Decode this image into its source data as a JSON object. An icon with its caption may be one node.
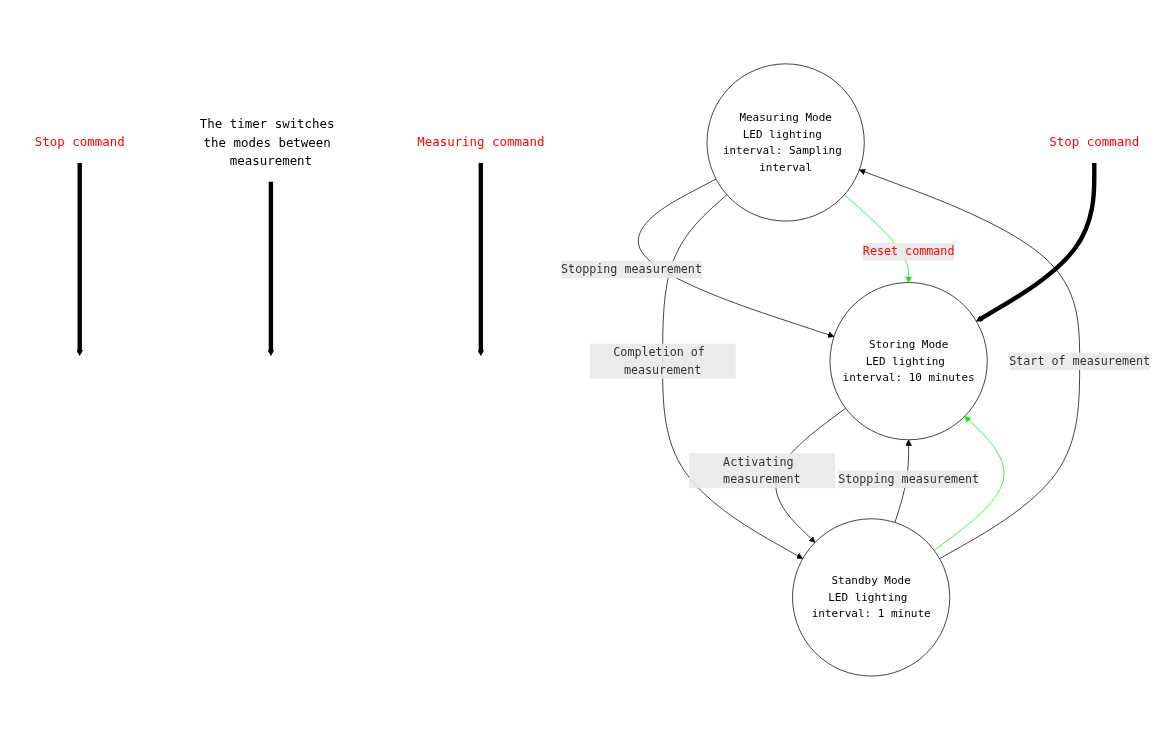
{
  "diagram": {
    "nodes": [
      {
        "text": [
          "Measuring Mode",
          "LED lighting interval: Sampling interval"
        ]
      },
      {
        "text": [
          "Storing Mode",
          "LED lighting interval: 10 minutes"
        ]
      },
      {
        "text": [
          "Standby Mode",
          "LED lighting interval: 1 minute"
        ]
      },
      {
        "text": [
          "Stop command"
        ]
      },
      {
        "text": [
          "The timer switches the modes between measurement"
        ]
      },
      {
        "text": [
          "Measuring command"
        ]
      },
      {
        "text": [
          "Stop command"
        ]
      }
    ],
    "edges": [
      {
        "from": 0,
        "to": 1,
        "arrow": "to",
        "label": "Stopping measurement"
      },
      {
        "from": 2,
        "to": 0,
        "arrow": "to",
        "label": "Start of measurement"
      },
      {
        "from": 0,
        "to": 2,
        "arrow": "to",
        "label": "Completion of measurement"
      },
      {
        "from": 1,
        "to": 2,
        "arrow": "to",
        "label": "Activating measurement"
      },
      {
        "from": 2,
        "to": 1,
        "arrow": "to",
        "label": "Stopping measurement"
      },
      {
        "from": 0,
        "to": 1,
        "arrow": "to",
        "label": "Reset command",
        "color": "#00ee00"
      },
      {
        "from": 2,
        "to": 1,
        "arrow": "to",
        "color": "#00ee00"
      },
      {
        "from": 3,
        "to": null,
        "arrow": "to",
        "style": "thick"
      },
      {
        "from": 4,
        "to": null,
        "arrow": "to",
        "style": "thick"
      },
      {
        "from": 5,
        "to": null,
        "arrow": "to",
        "style": "thick"
      },
      {
        "from": 6,
        "to": 1,
        "arrow": "to",
        "style": "thick"
      }
    ]
  }
}
